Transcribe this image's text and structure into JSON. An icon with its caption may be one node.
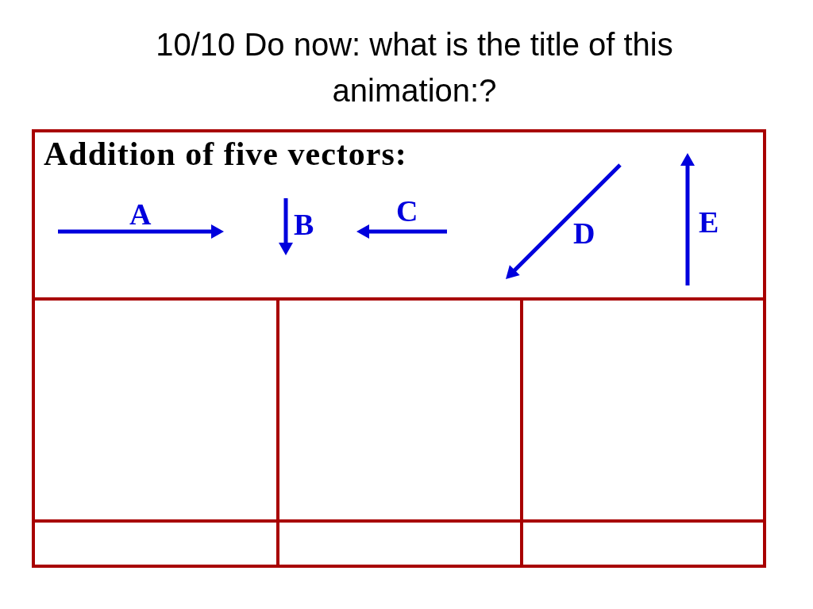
{
  "diagram": {
    "title": "10/10 Do now: what is the title of this animation:?",
    "labels": [
      "Addition of five vectors:",
      "A",
      "B",
      "C",
      "D",
      "E"
    ]
  }
}
